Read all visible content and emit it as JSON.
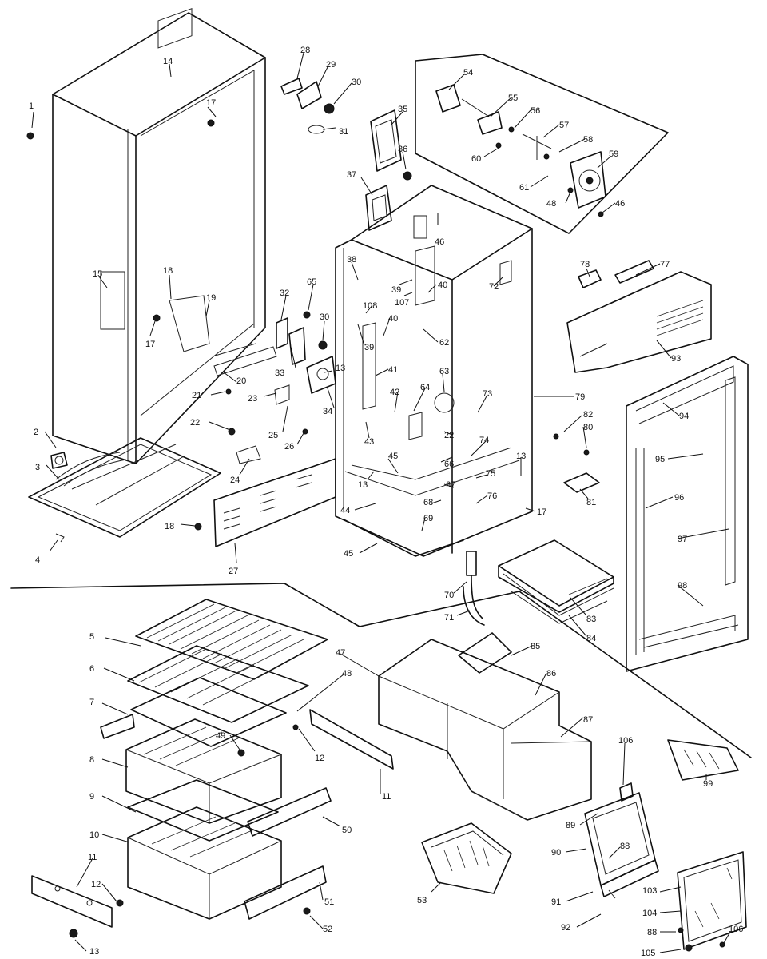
{
  "diagram": {
    "callouts": [
      {
        "label": "1"
      },
      {
        "label": "2"
      },
      {
        "label": "3"
      },
      {
        "label": "4"
      },
      {
        "label": "14"
      },
      {
        "label": "17"
      },
      {
        "label": "15"
      },
      {
        "label": "18"
      },
      {
        "label": "19"
      },
      {
        "label": "17"
      },
      {
        "label": "28"
      },
      {
        "label": "29"
      },
      {
        "label": "30"
      },
      {
        "label": "31"
      },
      {
        "label": "32"
      },
      {
        "label": "65"
      },
      {
        "label": "30"
      },
      {
        "label": "33"
      },
      {
        "label": "20"
      },
      {
        "label": "21"
      },
      {
        "label": "23"
      },
      {
        "label": "13"
      },
      {
        "label": "34"
      },
      {
        "label": "22"
      },
      {
        "label": "25"
      },
      {
        "label": "26"
      },
      {
        "label": "24"
      },
      {
        "label": "18"
      },
      {
        "label": "27"
      },
      {
        "label": "35"
      },
      {
        "label": "36"
      },
      {
        "label": "37"
      },
      {
        "label": "46"
      },
      {
        "label": "38"
      },
      {
        "label": "39"
      },
      {
        "label": "107"
      },
      {
        "label": "40"
      },
      {
        "label": "108"
      },
      {
        "label": "40"
      },
      {
        "label": "39"
      },
      {
        "label": "41"
      },
      {
        "label": "42"
      },
      {
        "label": "43"
      },
      {
        "label": "64"
      },
      {
        "label": "63"
      },
      {
        "label": "62"
      },
      {
        "label": "72"
      },
      {
        "label": "73"
      },
      {
        "label": "22"
      },
      {
        "label": "45"
      },
      {
        "label": "13"
      },
      {
        "label": "66"
      },
      {
        "label": "74"
      },
      {
        "label": "13"
      },
      {
        "label": "67"
      },
      {
        "label": "75"
      },
      {
        "label": "68"
      },
      {
        "label": "76"
      },
      {
        "label": "69"
      },
      {
        "label": "44"
      },
      {
        "label": "45"
      },
      {
        "label": "70"
      },
      {
        "label": "71"
      },
      {
        "label": "17"
      },
      {
        "label": "79"
      },
      {
        "label": "82"
      },
      {
        "label": "80"
      },
      {
        "label": "81"
      },
      {
        "label": "83"
      },
      {
        "label": "84"
      },
      {
        "label": "54"
      },
      {
        "label": "55"
      },
      {
        "label": "56"
      },
      {
        "label": "57"
      },
      {
        "label": "58"
      },
      {
        "label": "60"
      },
      {
        "label": "59"
      },
      {
        "label": "61"
      },
      {
        "label": "48"
      },
      {
        "label": "46"
      },
      {
        "label": "77"
      },
      {
        "label": "78"
      },
      {
        "label": "93"
      },
      {
        "label": "94"
      },
      {
        "label": "95"
      },
      {
        "label": "96"
      },
      {
        "label": "97"
      },
      {
        "label": "98"
      },
      {
        "label": "5"
      },
      {
        "label": "6"
      },
      {
        "label": "7"
      },
      {
        "label": "8"
      },
      {
        "label": "9"
      },
      {
        "label": "10"
      },
      {
        "label": "11"
      },
      {
        "label": "12"
      },
      {
        "label": "13"
      },
      {
        "label": "47"
      },
      {
        "label": "48"
      },
      {
        "label": "49"
      },
      {
        "label": "12"
      },
      {
        "label": "11"
      },
      {
        "label": "50"
      },
      {
        "label": "51"
      },
      {
        "label": "52"
      },
      {
        "label": "53"
      },
      {
        "label": "85"
      },
      {
        "label": "86"
      },
      {
        "label": "87"
      },
      {
        "label": "106"
      },
      {
        "label": "89"
      },
      {
        "label": "90"
      },
      {
        "label": "88"
      },
      {
        "label": "91"
      },
      {
        "label": "92"
      },
      {
        "label": "99"
      },
      {
        "label": "103"
      },
      {
        "label": "104"
      },
      {
        "label": "88"
      },
      {
        "label": "105"
      },
      {
        "label": "106"
      }
    ]
  }
}
